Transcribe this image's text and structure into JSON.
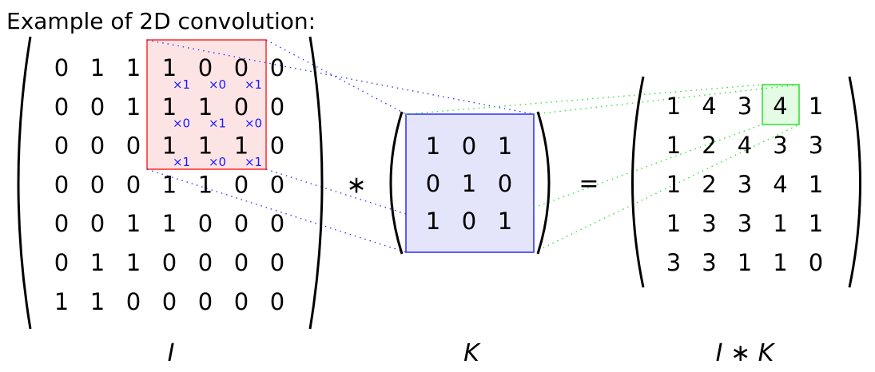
{
  "title": "Example of 2D convolution:",
  "input_matrix": {
    "label": "I",
    "rows": [
      [
        0,
        1,
        1,
        1,
        0,
        0,
        0
      ],
      [
        0,
        0,
        1,
        1,
        1,
        0,
        0
      ],
      [
        0,
        0,
        0,
        1,
        1,
        1,
        0
      ],
      [
        0,
        0,
        0,
        1,
        1,
        0,
        0
      ],
      [
        0,
        0,
        1,
        1,
        0,
        0,
        0
      ],
      [
        0,
        1,
        1,
        0,
        0,
        0,
        0
      ],
      [
        1,
        1,
        0,
        0,
        0,
        0,
        0
      ]
    ],
    "multipliers": [
      [
        "×1",
        "×0",
        "×1"
      ],
      [
        "×0",
        "×1",
        "×0"
      ],
      [
        "×1",
        "×0",
        "×1"
      ]
    ]
  },
  "kernel": {
    "label": "K",
    "rows": [
      [
        1,
        0,
        1
      ],
      [
        0,
        1,
        0
      ],
      [
        1,
        0,
        1
      ]
    ]
  },
  "output_matrix": {
    "label": "I ∗ K",
    "rows": [
      [
        1,
        4,
        3,
        4,
        1
      ],
      [
        1,
        2,
        4,
        3,
        3
      ],
      [
        1,
        2,
        3,
        4,
        1
      ],
      [
        1,
        3,
        3,
        1,
        1
      ],
      [
        3,
        3,
        1,
        1,
        0
      ]
    ]
  },
  "operators": {
    "convolve": "∗",
    "equals": "="
  },
  "colors": {
    "window_fill": "#fde4e4",
    "window_stroke": "#ff2a2a",
    "kernel_fill": "#e4e4fb",
    "kernel_stroke": "#2a2aff",
    "output_fill": "#e4fbe4",
    "output_stroke": "#2adf2a"
  }
}
